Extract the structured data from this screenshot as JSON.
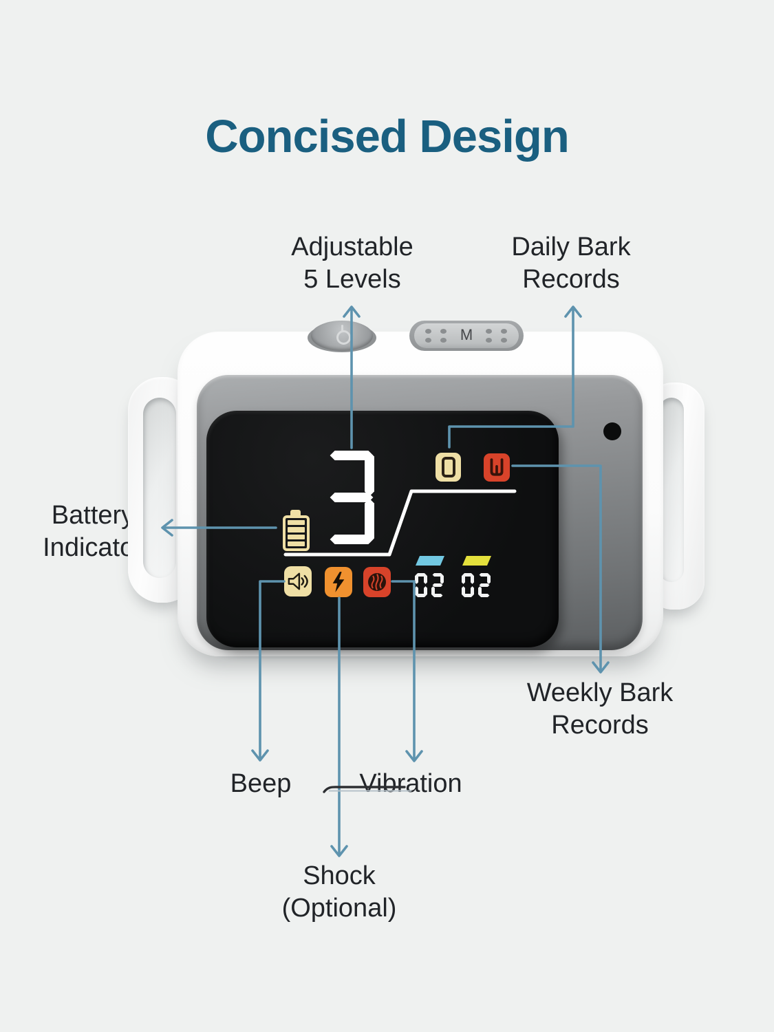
{
  "title": "Concised Design",
  "colors": {
    "bg": "#EFF1F0",
    "title_color": "#1A5F80",
    "label_text": "#212428",
    "accent_line": "#5E93AE",
    "cream": "#EFDFA5",
    "orange": "#F0912F",
    "red": "#D8432A",
    "blue_dash": "#72C8E2",
    "yellow_dash": "#E4E03C",
    "seg_white": "#F2F3F3"
  },
  "labels": {
    "adjustable": {
      "lines": [
        "Adjustable",
        "5 Levels"
      ]
    },
    "daily": {
      "lines": [
        "Daily Bark",
        "Records"
      ]
    },
    "battery": {
      "lines": [
        "Battery",
        "Indicator"
      ]
    },
    "weekly": {
      "lines": [
        "Weekly Bark",
        "Records"
      ]
    },
    "beep": {
      "lines": [
        "Beep"
      ]
    },
    "vibration": {
      "lines": [
        "Vibration"
      ]
    },
    "shock": {
      "lines": [
        "Shock",
        "(Optional)"
      ]
    }
  },
  "device": {
    "mode_button_label": "M",
    "screen": {
      "level": "3",
      "daily_count": "02",
      "weekly_count": "02",
      "icons": [
        "battery-icon",
        "daily-bark-icon",
        "weekly-bark-icon",
        "beep-icon",
        "shock-icon",
        "vibration-icon"
      ]
    }
  }
}
